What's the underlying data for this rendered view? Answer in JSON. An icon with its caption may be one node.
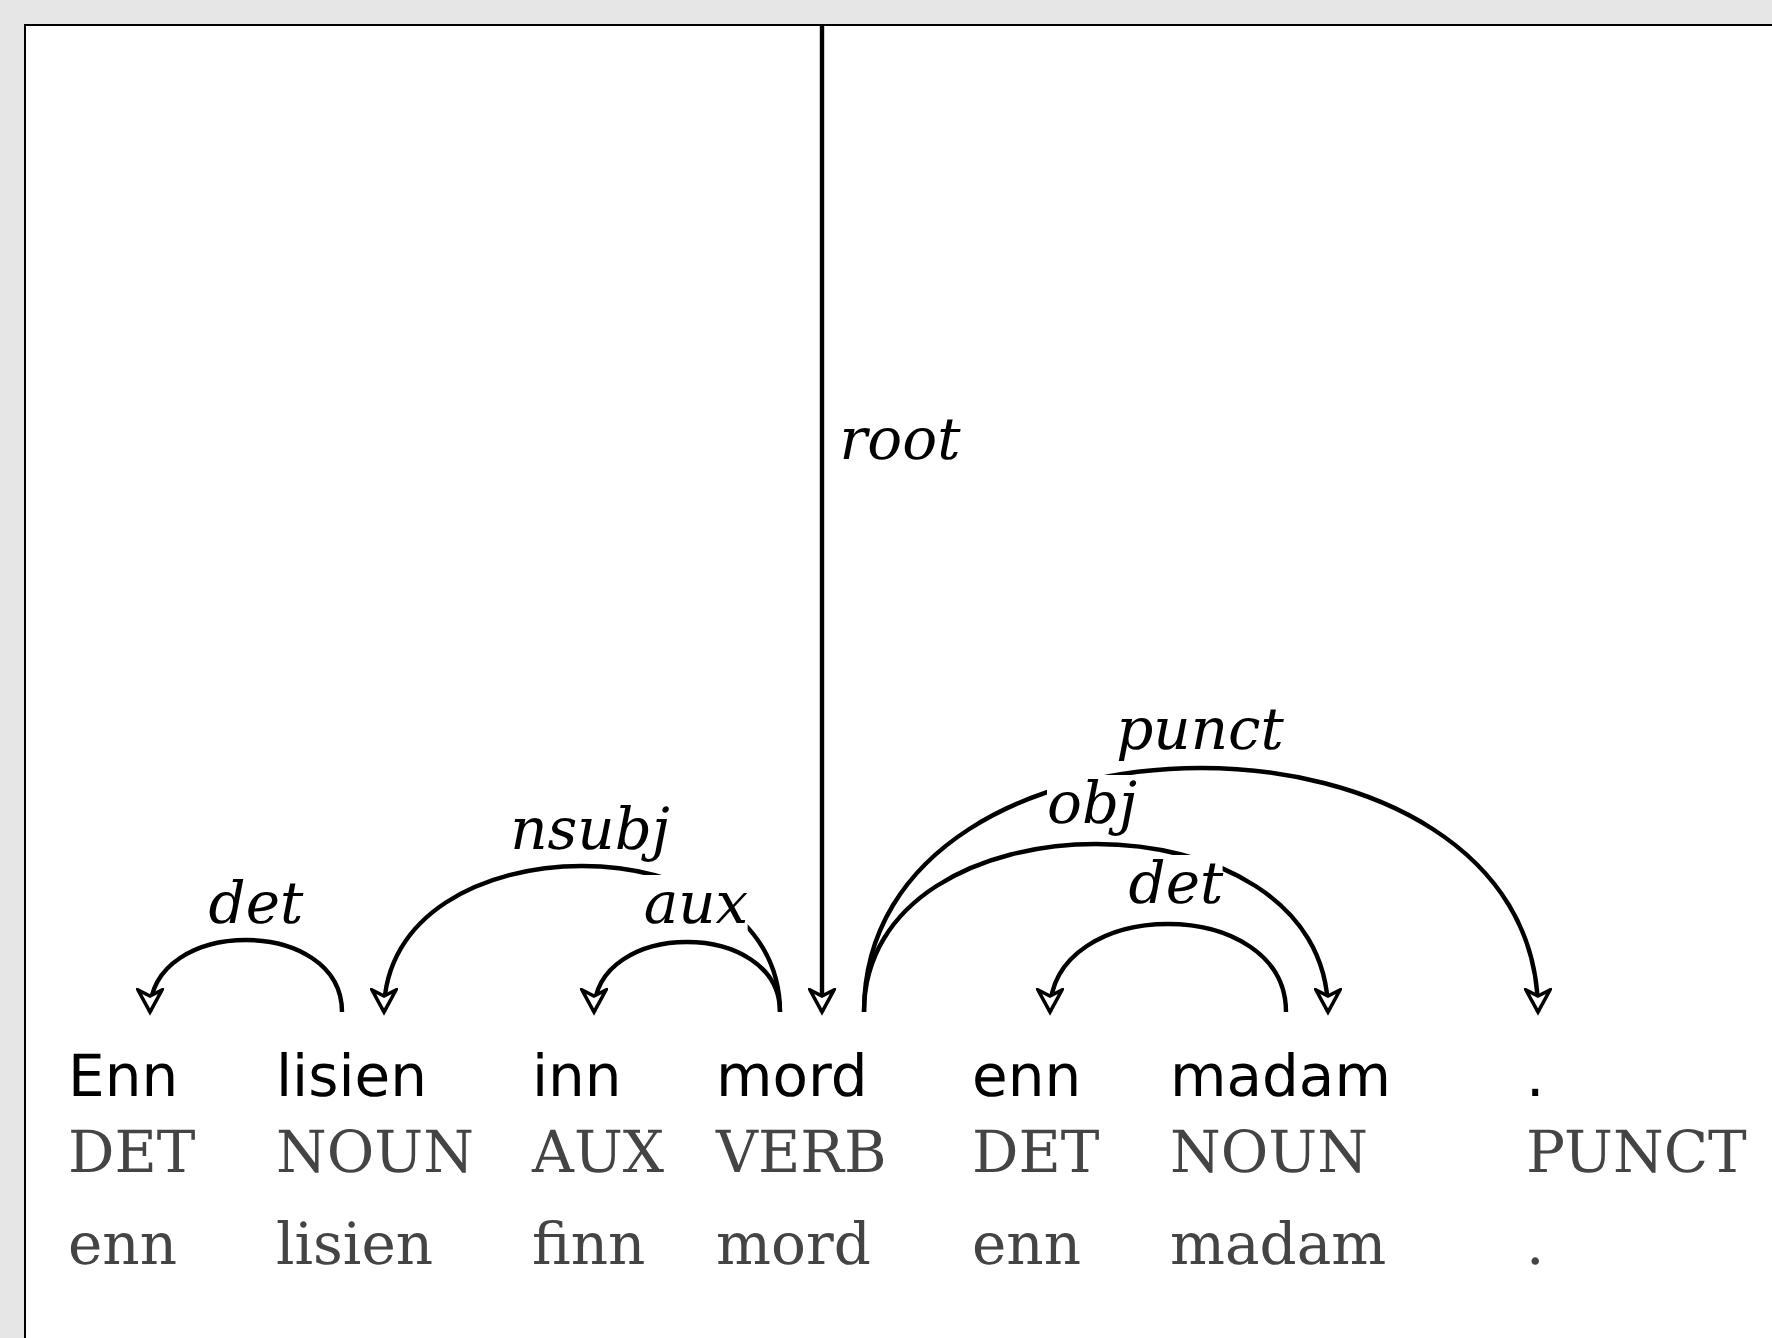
{
  "diagram": {
    "nodes": [
      {
        "text": [
          "Enn",
          "DET",
          "enn"
        ]
      },
      {
        "text": [
          "lisien",
          "NOUN",
          "lisien"
        ]
      },
      {
        "text": [
          "inn",
          "AUX",
          "finn"
        ]
      },
      {
        "text": [
          "mord",
          "VERB",
          "mord"
        ]
      },
      {
        "text": [
          "enn",
          "DET",
          "enn"
        ]
      },
      {
        "text": [
          "madam",
          "NOUN",
          "madam"
        ]
      },
      {
        "text": [
          ".",
          "PUNCT",
          "."
        ]
      }
    ],
    "edges": [
      {
        "from": null,
        "to": 3,
        "arrow": "to",
        "label": "root"
      },
      {
        "from": 1,
        "to": 0,
        "arrow": "to",
        "label": "det"
      },
      {
        "from": 3,
        "to": 1,
        "arrow": "to",
        "label": "nsubj"
      },
      {
        "from": 3,
        "to": 2,
        "arrow": "to",
        "label": "aux"
      },
      {
        "from": 3,
        "to": 5,
        "arrow": "to",
        "label": "obj"
      },
      {
        "from": 5,
        "to": 4,
        "arrow": "to",
        "label": "det"
      },
      {
        "from": 3,
        "to": 6,
        "arrow": "to",
        "label": "punct"
      }
    ]
  }
}
